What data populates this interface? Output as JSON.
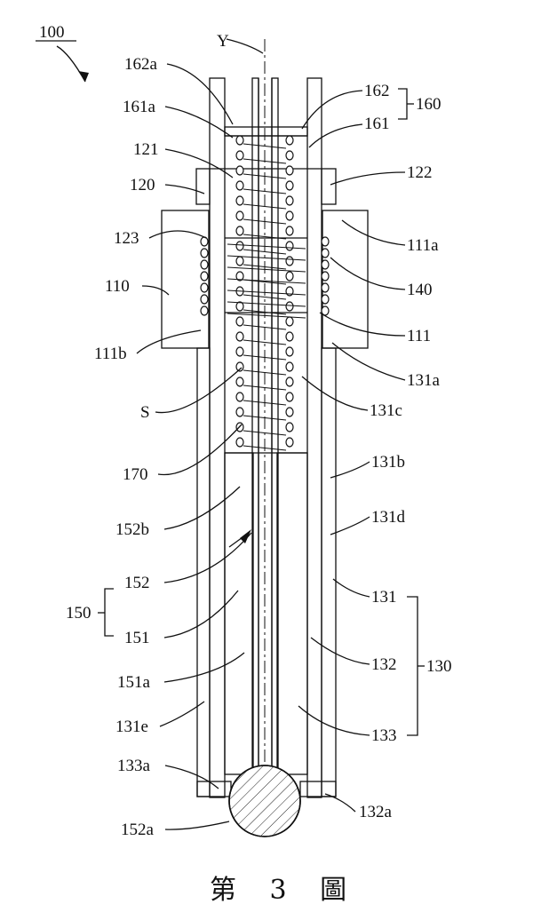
{
  "figure": {
    "caption": "第 3 圖",
    "axis_label": "Y",
    "labels": {
      "l100": "100",
      "l162a": "162a",
      "l162": "162",
      "l160": "160",
      "l161a": "161a",
      "l161": "161",
      "l121": "121",
      "l120": "120",
      "l122": "122",
      "l123": "123",
      "l111a": "111a",
      "l110": "110",
      "l140": "140",
      "l111": "111",
      "l111b": "111b",
      "l131a": "131a",
      "lS": "S",
      "l131c": "131c",
      "l170": "170",
      "l131b": "131b",
      "l152b": "152b",
      "l131d": "131d",
      "l152": "152",
      "l150": "150",
      "l151": "151",
      "l131": "131",
      "l151a": "151a",
      "l132": "132",
      "l130": "130",
      "l131e": "131e",
      "l133": "133",
      "l133a": "133a",
      "l132a": "132a",
      "l152a": "152a"
    }
  }
}
